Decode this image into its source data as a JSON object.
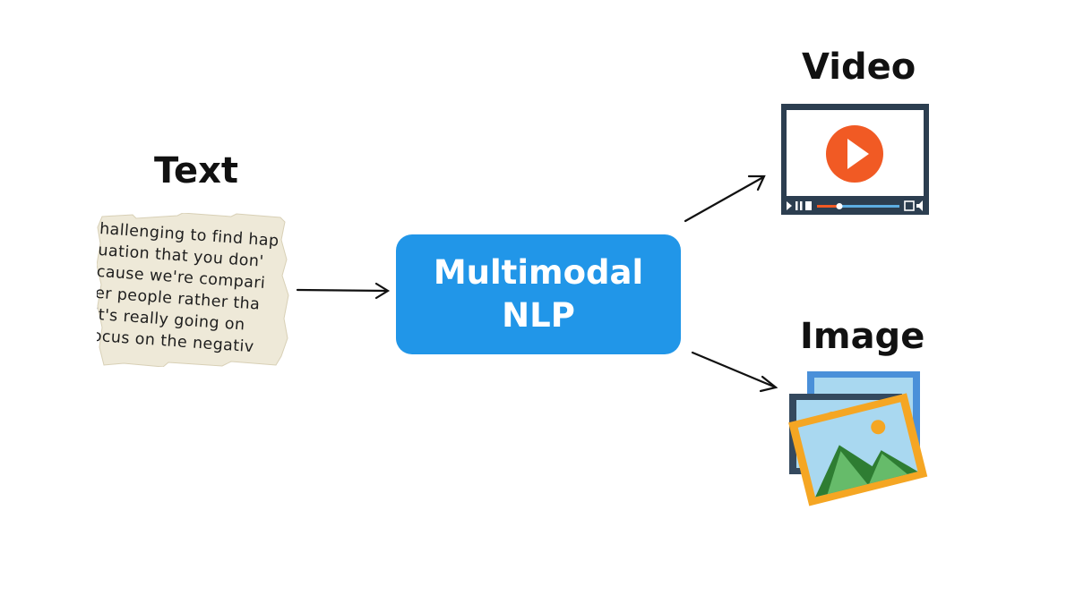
{
  "labels": {
    "text": "Text",
    "video": "Video",
    "image": "Image"
  },
  "center": {
    "line1": "Multimodal",
    "line2": "NLP"
  },
  "paper_lines": [
    "hallenging  to find hap",
    "uation  that  you don'",
    "cause  we're  compari",
    "er people rather  tha",
    "it's  really  going  on",
    "ocus  on the  negativ"
  ],
  "icons": {
    "video": "video-player-icon",
    "image": "image-gallery-icon"
  },
  "colors": {
    "box": "#2196e8",
    "play": "#f15a24",
    "frame_dark": "#2c3e50",
    "image_frame_orange": "#f5a623",
    "image_frame_blue": "#4a90d9",
    "paper": "#eee9d8"
  }
}
